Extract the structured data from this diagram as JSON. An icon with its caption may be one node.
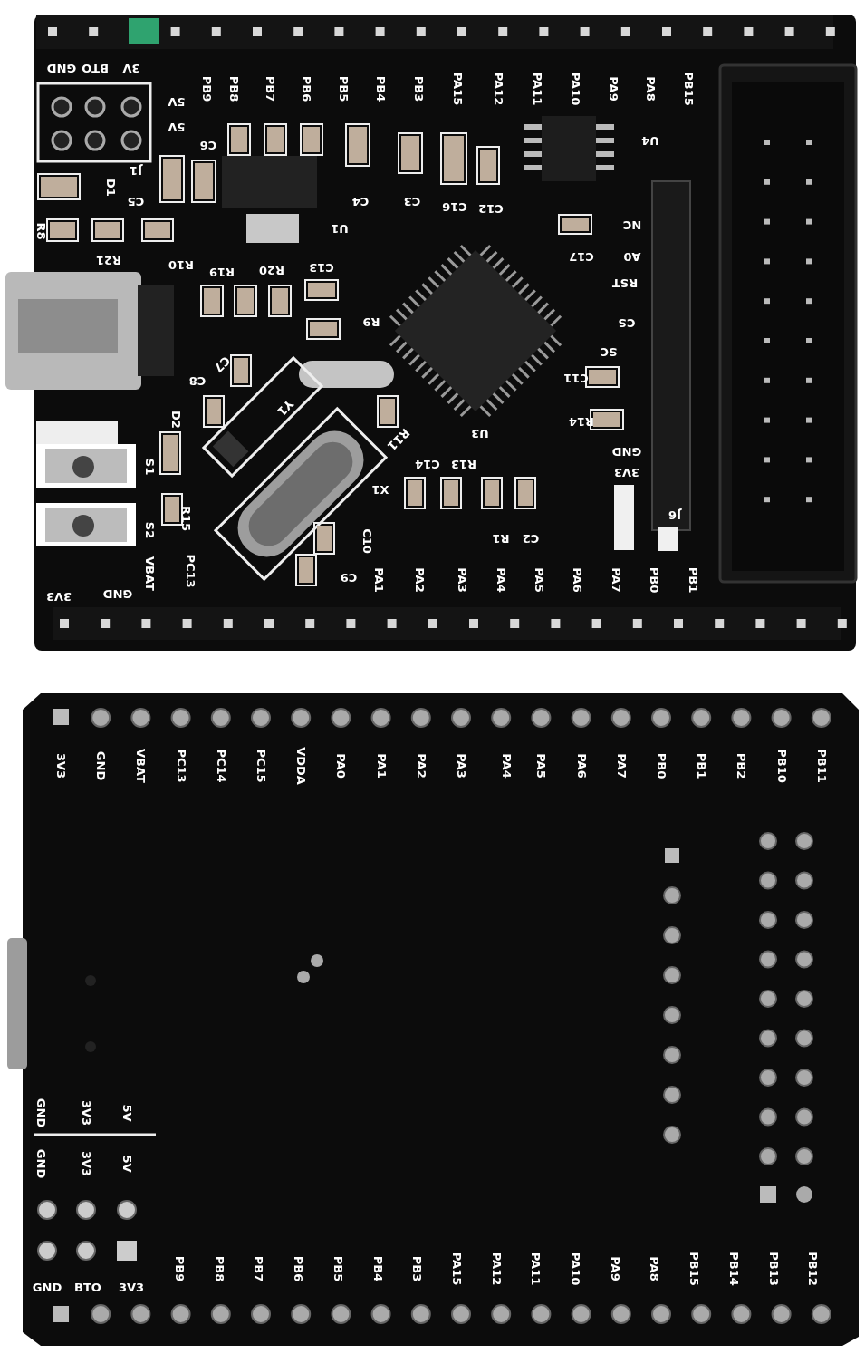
{
  "diagram": {
    "labels": [
      "GND",
      "BTO",
      "3V",
      "PB9",
      "PB8",
      "PB7",
      "PB6",
      "PB5",
      "PB4",
      "PB3",
      "PA15",
      "PA12",
      "PA11",
      "PA10",
      "PA9",
      "PA8",
      "PB15",
      "5V",
      "5V",
      "C6",
      "J1",
      "D1",
      "C5",
      "C4",
      "C3",
      "C16",
      "C12",
      "U4",
      "U1",
      "NC",
      "R8",
      "R21",
      "R10",
      "R19",
      "R20",
      "C13",
      "C17",
      "A0",
      "RST",
      "R9",
      "CS",
      "SC",
      "C7",
      "C8",
      "C11",
      "Y1",
      "D2",
      "R14",
      "U3",
      "R11",
      "GND",
      "C14",
      "R13",
      "S1",
      "3V3",
      "X1",
      "R15",
      "S2",
      "C10",
      "R1",
      "C2",
      "J6",
      "C9",
      "VBAT",
      "PC13",
      "PA1",
      "PA2",
      "PA3",
      "PA4",
      "PA5",
      "PA6",
      "PA7",
      "PB0",
      "PB1",
      "3V3",
      "GND",
      "3V3",
      "GND",
      "VBAT",
      "PC13",
      "PC14",
      "PC15",
      "VDDA",
      "PA0",
      "PA1",
      "PA2",
      "PA3",
      "PA4",
      "PA5",
      "PA6",
      "PA7",
      "PB0",
      "PB1",
      "PB2",
      "PB10",
      "PB11",
      "GND",
      "3V3",
      "5V",
      "GND",
      "3V3",
      "5V",
      "PB9",
      "PB8",
      "PB7",
      "PB6",
      "PB5",
      "PB4",
      "PB3",
      "PA15",
      "PA12",
      "PA11",
      "PA10",
      "PA9",
      "PA8",
      "PB15",
      "PB14",
      "PB13",
      "PB12",
      "GND",
      "BTO",
      "3V3"
    ]
  }
}
